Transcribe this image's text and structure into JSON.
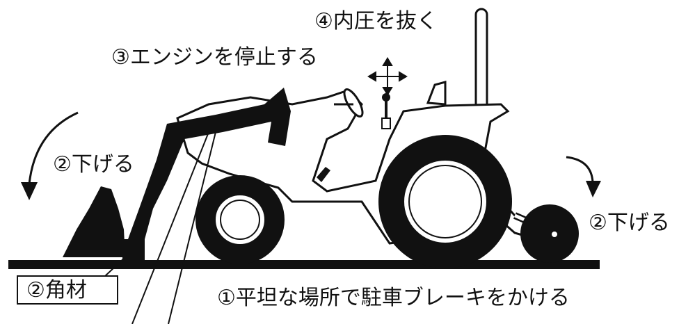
{
  "labels": {
    "stop_engine": "③エンジンを停止する",
    "release_pressure": "④内圧を抜く",
    "lower_front": "②下げる",
    "lower_rear": "②下げる",
    "block": "②角材",
    "parking_brake": "①平坦な場所で駐車ブレーキをかける"
  },
  "icons": {
    "move_arrows": "four-way-arrow-icon",
    "down_arrow_left": "curved-down-arrow-icon",
    "down_arrow_right": "curved-down-arrow-icon"
  },
  "colors": {
    "ink": "#111111",
    "paper": "#ffffff"
  }
}
